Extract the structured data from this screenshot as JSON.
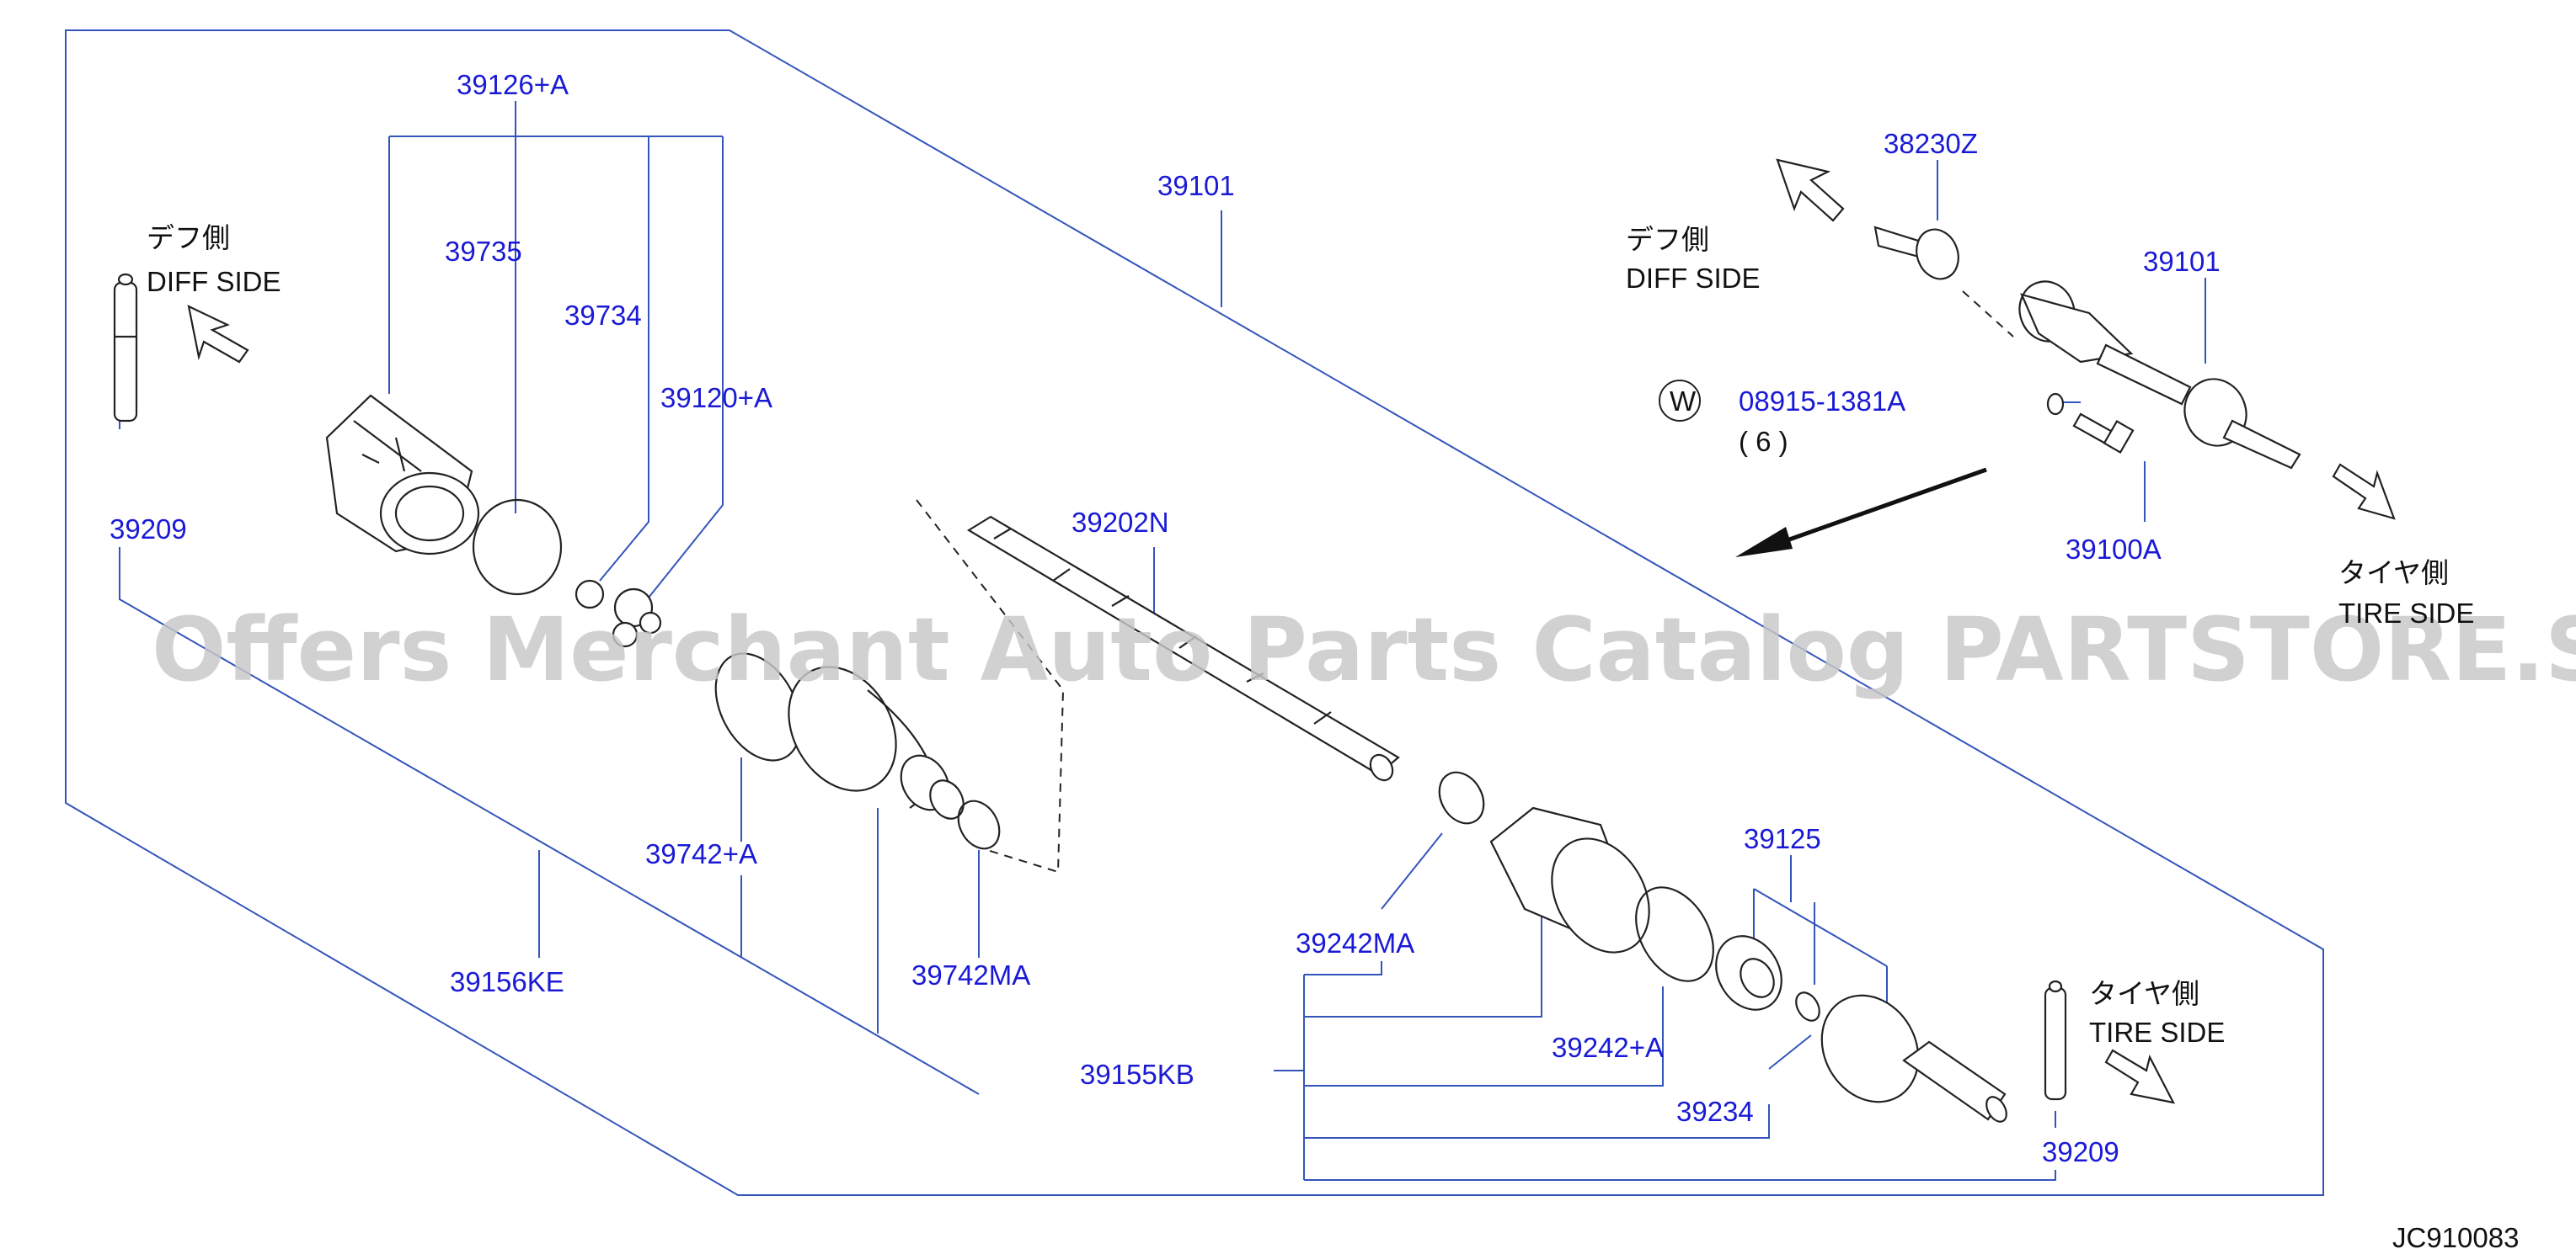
{
  "colors": {
    "label": "#1a1ad6",
    "leader": "#3355bb",
    "part": "#222222",
    "watermark": "#c8c8c8"
  },
  "watermark": "Offers Merchant Auto Parts Catalog PARTSTORE.SA",
  "diagram_code": "JC910083",
  "left_diff_jp": "デフ側",
  "left_diff_en": "DIFF  SIDE",
  "right_diff_jp": "デフ側",
  "right_diff_en": "DIFF  SIDE",
  "right_tire_jp": "タイヤ側",
  "right_tire_en": "TIRE  SIDE",
  "bottom_tire_jp": "タイヤ側",
  "bottom_tire_en": "TIRE  SIDE",
  "washer_symbol": "W",
  "washer_qty": "( 6   )",
  "labels": {
    "p39126A": "39126+A",
    "p39101_main": "39101",
    "p39735": "39735",
    "p39734": "39734",
    "p39120A": "39120+A",
    "p39209_left": "39209",
    "p39202N": "39202N",
    "p39742A": "39742+A",
    "p39742MA": "39742MA",
    "p39156KE": "39156KE",
    "p39242MA": "39242MA",
    "p39155KB": "39155KB",
    "p39242A": "39242+A",
    "p39234": "39234",
    "p39125": "39125",
    "p39209_right": "39209",
    "p38230Z": "38230Z",
    "p39101_inset": "39101",
    "p08915": "08915-1381A",
    "p39100A": "39100A"
  }
}
